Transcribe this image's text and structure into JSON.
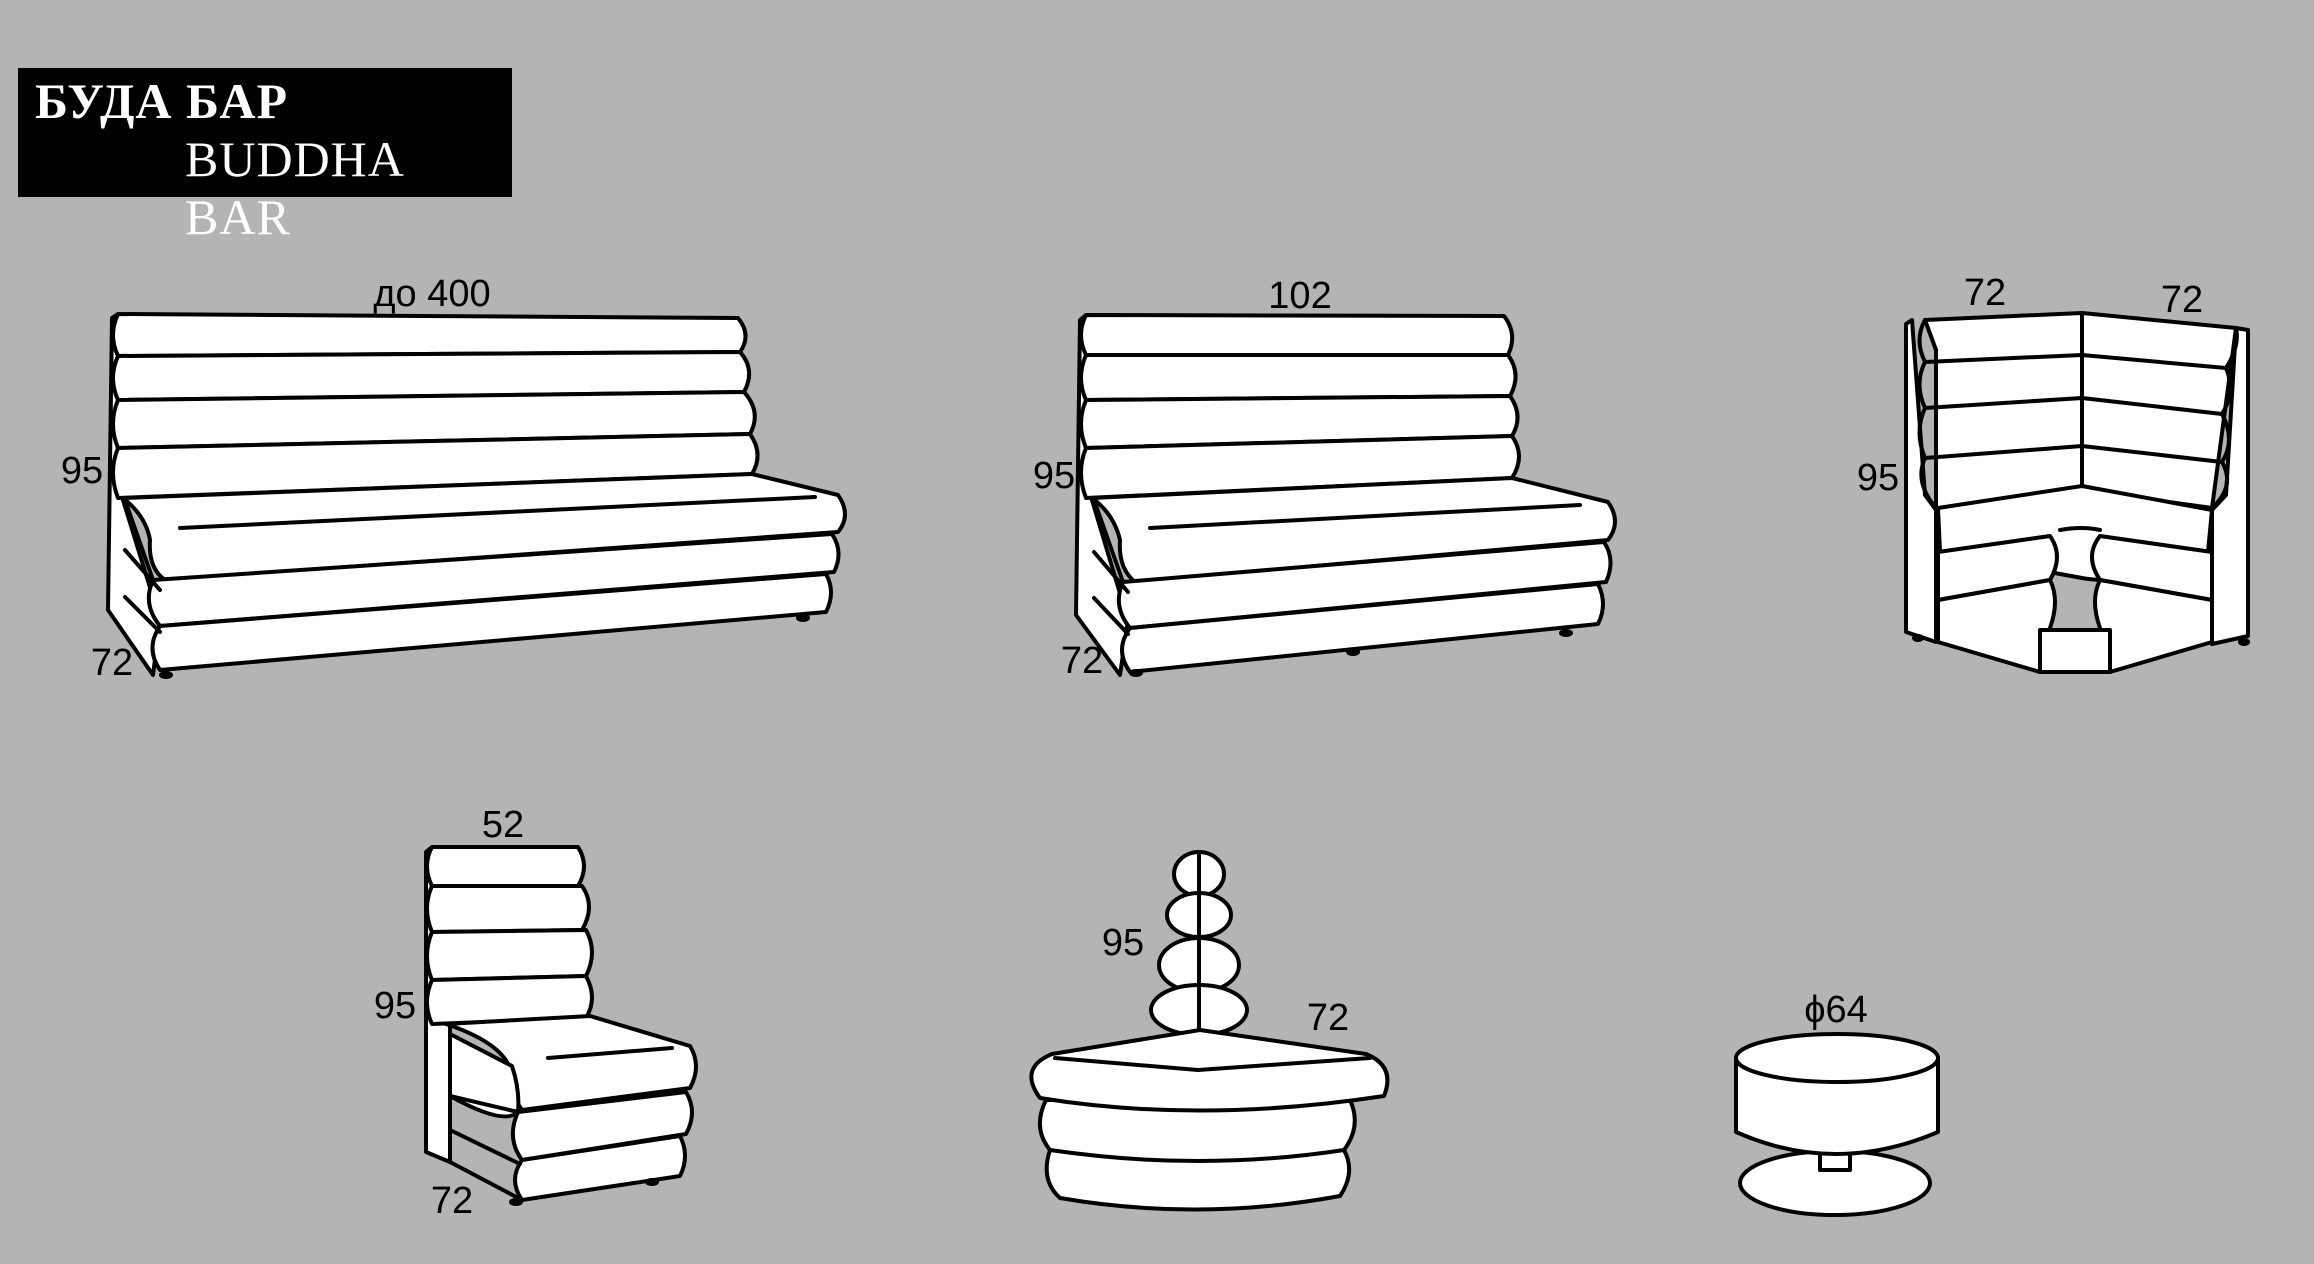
{
  "title": {
    "ru": "БУДА БАР",
    "en": "BUDDHA BAR"
  },
  "items": [
    {
      "name": "long-sofa",
      "width": "до 400",
      "height": "95",
      "depth": "72"
    },
    {
      "name": "sofa",
      "width": "102",
      "height": "95",
      "depth": "72"
    },
    {
      "name": "corner-sofa",
      "width_a": "72",
      "width_b": "72",
      "height": "95"
    },
    {
      "name": "single-seat",
      "width": "52",
      "height": "95",
      "depth": "72"
    },
    {
      "name": "round-seat",
      "height": "95",
      "depth": "72"
    },
    {
      "name": "pouf",
      "diameter": "ϕ64"
    }
  ]
}
